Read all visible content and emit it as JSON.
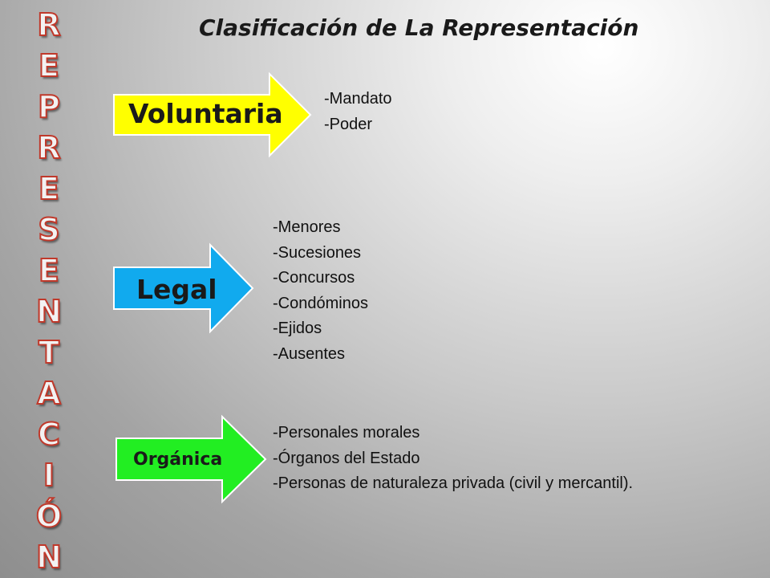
{
  "title": "Clasificación de La Representación",
  "vertical_word": [
    "R",
    "E",
    "P",
    "R",
    "E",
    "S",
    "E",
    "N",
    "T",
    "A",
    "C",
    "I",
    "Ó",
    "N"
  ],
  "categories": [
    {
      "label": "Voluntaria",
      "color": "#ffff00",
      "items": [
        "-Mandato",
        "-Poder"
      ]
    },
    {
      "label": "Legal",
      "color": "#11aaee",
      "items": [
        "-Menores",
        "-Sucesiones",
        "-Concursos",
        "-Condóminos",
        "-Ejidos",
        "-Ausentes"
      ]
    },
    {
      "label": "Orgánica",
      "color": "#22ee22",
      "items": [
        "-Personales morales",
        "-Órganos del Estado",
        "-Personas de naturaleza privada (civil y mercantil)."
      ]
    }
  ]
}
